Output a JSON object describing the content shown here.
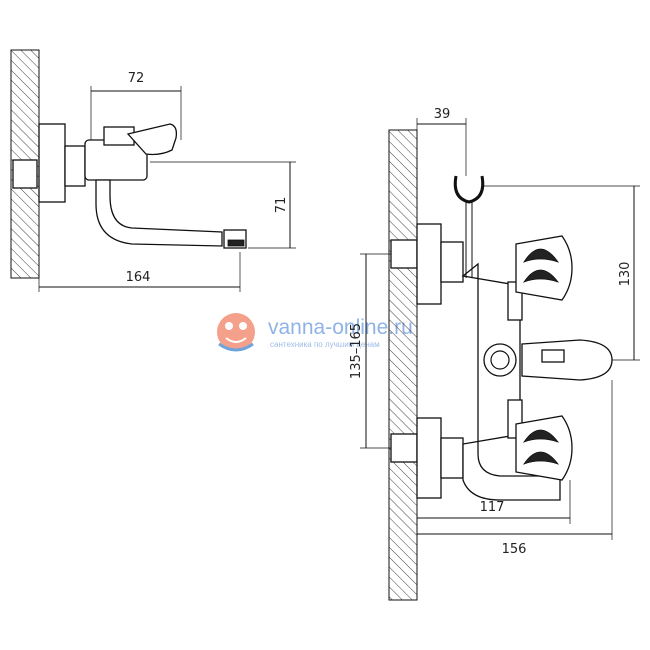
{
  "watermark": {
    "site": "vanna-online.ru",
    "slogan": "сантехника по лучшим ценам",
    "colors": {
      "text": "#8fb3e6",
      "face": "#f5a08a",
      "accent": "#6fa3dc"
    }
  },
  "dimensions": {
    "spout_depth": "72",
    "spout_height": "71",
    "spout_reach": "164",
    "holder_offset": "39",
    "holder_height": "130",
    "center_distance": "135–165",
    "body_length": "117",
    "total_length": "156"
  },
  "colors": {
    "line": "#111111",
    "background": "#ffffff"
  }
}
